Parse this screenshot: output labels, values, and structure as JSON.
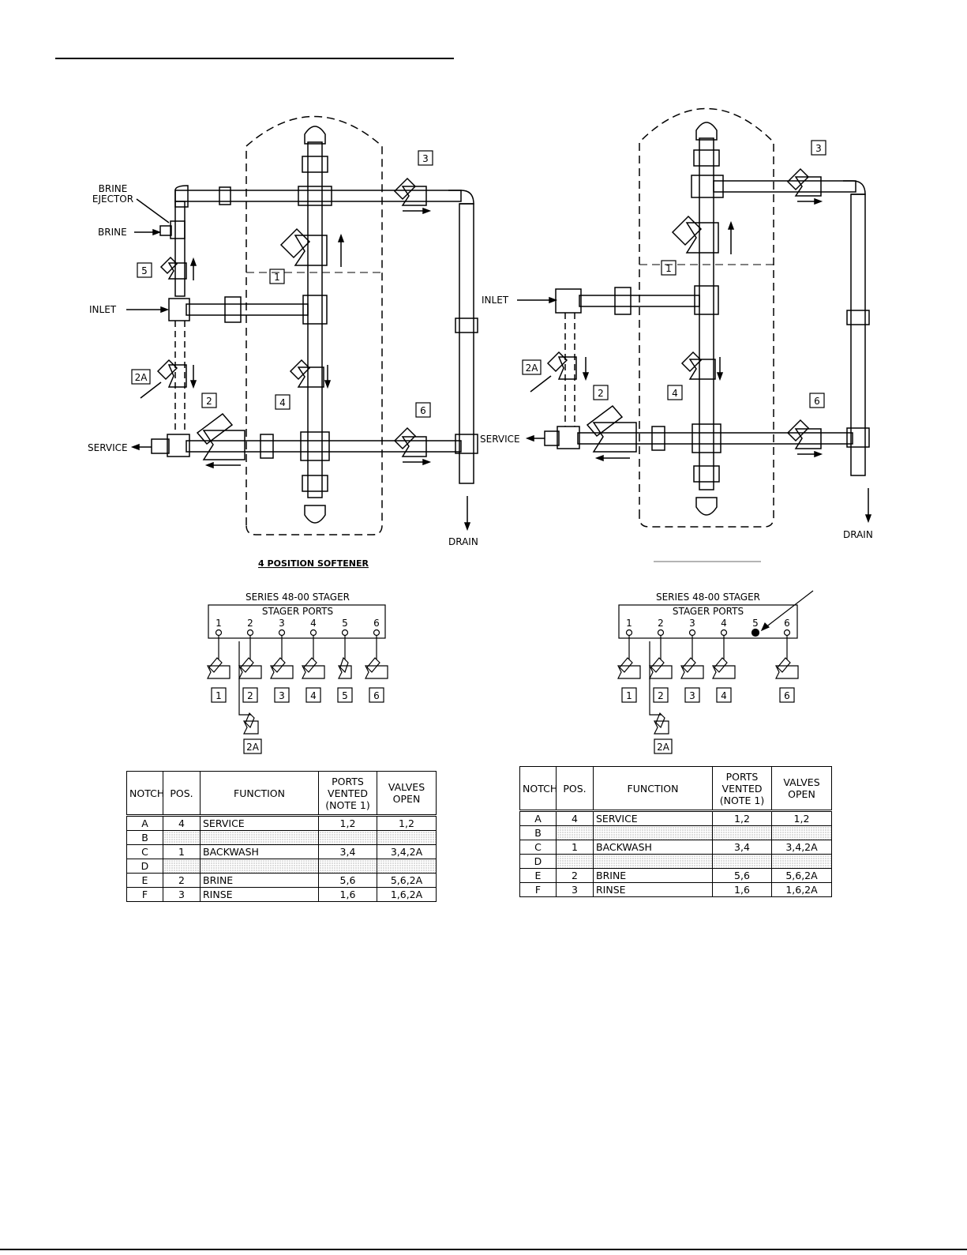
{
  "left": {
    "title": "4 POSITION SOFTENER",
    "labels": {
      "brine_ejector_1": "BRINE",
      "brine_ejector_2": "EJECTOR",
      "brine": "BRINE",
      "inlet": "INLET",
      "service": "SERVICE",
      "drain": "DRAIN"
    },
    "valve_tags": [
      "1",
      "2",
      "2A",
      "3",
      "4",
      "5",
      "6"
    ],
    "stager": {
      "title": "SERIES 48-00 STAGER",
      "subtitle": "STAGER PORTS",
      "ports": [
        "1",
        "2",
        "3",
        "4",
        "5",
        "6"
      ],
      "tags": [
        "1",
        "2",
        "3",
        "4",
        "5",
        "6"
      ],
      "tag_2a": "2A"
    },
    "table": {
      "headers": {
        "notch": "NOTCH",
        "pos": "POS.",
        "function": "FUNCTION",
        "ports_vented_1": "PORTS",
        "ports_vented_2": "VENTED",
        "ports_vented_3": "(NOTE 1)",
        "valves_open_1": "VALVES",
        "valves_open_2": "OPEN"
      },
      "rows": [
        {
          "notch": "A",
          "pos": "4",
          "function": "SERVICE",
          "ports": "1,2",
          "valves": "1,2",
          "shaded": false
        },
        {
          "notch": "B",
          "pos": "",
          "function": "",
          "ports": "",
          "valves": "",
          "shaded": true
        },
        {
          "notch": "C",
          "pos": "1",
          "function": "BACKWASH",
          "ports": "3,4",
          "valves": "3,4,2A",
          "shaded": false
        },
        {
          "notch": "D",
          "pos": "",
          "function": "",
          "ports": "",
          "valves": "",
          "shaded": true
        },
        {
          "notch": "E",
          "pos": "2",
          "function": "BRINE",
          "ports": "5,6",
          "valves": "5,6,2A",
          "shaded": false
        },
        {
          "notch": "F",
          "pos": "3",
          "function": "RINSE",
          "ports": "1,6",
          "valves": "1,6,2A",
          "shaded": false
        }
      ]
    }
  },
  "right": {
    "labels": {
      "inlet": "INLET",
      "service": "SERVICE",
      "drain": "DRAIN"
    },
    "valve_tags": [
      "1",
      "2",
      "2A",
      "3",
      "4",
      "6"
    ],
    "stager": {
      "title": "SERIES 48-00 STAGER",
      "subtitle": "STAGER PORTS",
      "ports": [
        "1",
        "2",
        "3",
        "4",
        "5",
        "6"
      ],
      "tags": [
        "1",
        "2",
        "3",
        "4",
        "6"
      ],
      "tag_2a": "2A"
    },
    "table": {
      "headers": {
        "notch": "NOTCH",
        "pos": "POS.",
        "function": "FUNCTION",
        "ports_vented_1": "PORTS",
        "ports_vented_2": "VENTED",
        "ports_vented_3": "(NOTE 1)",
        "valves_open_1": "VALVES",
        "valves_open_2": "OPEN"
      },
      "rows": [
        {
          "notch": "A",
          "pos": "4",
          "function": "SERVICE",
          "ports": "1,2",
          "valves": "1,2",
          "shaded": false
        },
        {
          "notch": "B",
          "pos": "",
          "function": "",
          "ports": "",
          "valves": "",
          "shaded": true
        },
        {
          "notch": "C",
          "pos": "1",
          "function": "BACKWASH",
          "ports": "3,4",
          "valves": "3,4,2A",
          "shaded": false
        },
        {
          "notch": "D",
          "pos": "",
          "function": "",
          "ports": "",
          "valves": "",
          "shaded": true
        },
        {
          "notch": "E",
          "pos": "2",
          "function": "BRINE",
          "ports": "5,6",
          "valves": "5,6,2A",
          "shaded": false
        },
        {
          "notch": "F",
          "pos": "3",
          "function": "RINSE",
          "ports": "1,6",
          "valves": "1,6,2A",
          "shaded": false
        }
      ]
    }
  }
}
